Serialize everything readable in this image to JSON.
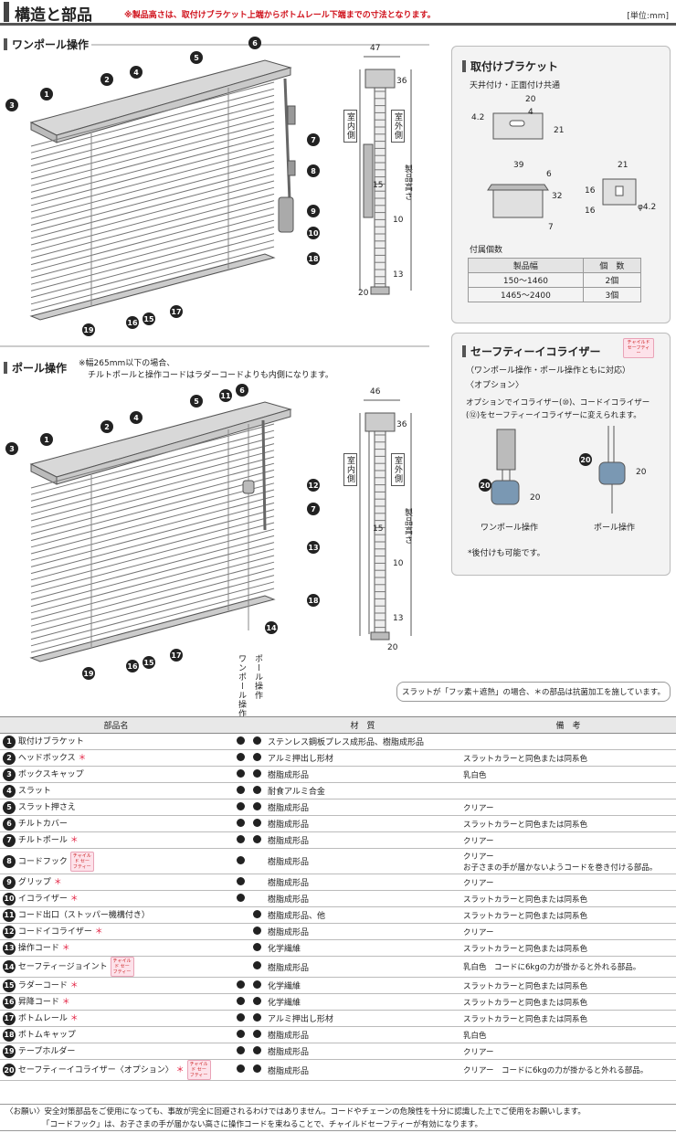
{
  "header": {
    "title": "構造と部品",
    "note": "※製品高さは、取付けブラケット上端からボトムレール下端までの寸法となります。",
    "unit": "[単位:mm]"
  },
  "one_pole": {
    "heading": "ワンポール操作",
    "callouts": [
      "1",
      "2",
      "3",
      "4",
      "5",
      "6",
      "7",
      "8",
      "9",
      "10",
      "18",
      "17",
      "15",
      "16",
      "19"
    ],
    "dims": {
      "width": "47",
      "top": "36",
      "d15": "15",
      "d10": "10",
      "d13": "13",
      "d20": "20",
      "indoor": "室内側",
      "outdoor": "室外側",
      "height": "製品高さ"
    }
  },
  "pole": {
    "heading": "ポール操作",
    "note_line1": "※幅265mm以下の場合、",
    "note_line2": "チルトポールと操作コードはラダーコードよりも内側になります。",
    "callouts": [
      "1",
      "2",
      "3",
      "4",
      "5",
      "11",
      "6",
      "12",
      "7",
      "13",
      "18",
      "14",
      "17",
      "15",
      "16",
      "19"
    ],
    "dims": {
      "width": "46",
      "top": "36",
      "d15": "15",
      "d10": "10",
      "d13": "13",
      "d20": "20",
      "indoor": "室内側",
      "outdoor": "室外側",
      "height": "製品高さ"
    }
  },
  "bracket": {
    "heading": "取付けブラケット",
    "subtitle": "天井付け・正面付け共通",
    "dims": {
      "a": "20",
      "b": "4",
      "c": "4.2",
      "d": "21",
      "e": "39",
      "f": "6",
      "g": "32",
      "h": "7",
      "i": "21",
      "j": "16",
      "k": "16",
      "l": "φ4.2"
    },
    "qty_title": "付属個数",
    "qty_headers": [
      "製品幅",
      "個　数"
    ],
    "qty_rows": [
      [
        "150～1460",
        "2個"
      ],
      [
        "1465～2400",
        "3個"
      ]
    ]
  },
  "safety": {
    "heading": "セーフティーイコライザー",
    "badge": "チャイルド セーフティー",
    "line1": "（ワンポール操作・ポール操作ともに対応）",
    "line2": "〈オプション〉",
    "line3": "オプションでイコライザー(⑩)、コードイコライザー",
    "line4": "(⑫)をセーフティーイコライザーに変えられます。",
    "label_a": "ワンポール操作",
    "label_b": "ポール操作",
    "dim_a": "20",
    "dim_b": "20",
    "callout": "20",
    "note": "*後付けも可能です。"
  },
  "notice": "スラットが「フッ素＋遮熱」の場合、＊の部品は抗菌加工を施しています。",
  "table": {
    "col_onepole": "ワンポール操作",
    "col_pole": "ポール操作",
    "headers": [
      "部品名",
      "材　質",
      "備　考"
    ],
    "rows": [
      {
        "no": "1",
        "name": "取付けブラケット",
        "star": "",
        "badge": "",
        "one": true,
        "pole": true,
        "material": "ステンレス鋼板プレス成形品、樹脂成形品",
        "remark": ""
      },
      {
        "no": "2",
        "name": "ヘッドボックス",
        "star": "＊",
        "badge": "",
        "one": true,
        "pole": true,
        "material": "アルミ押出し形材",
        "remark": "スラットカラーと同色または同系色"
      },
      {
        "no": "3",
        "name": "ボックスキャップ",
        "star": "",
        "badge": "",
        "one": true,
        "pole": true,
        "material": "樹脂成形品",
        "remark": "乳白色"
      },
      {
        "no": "4",
        "name": "スラット",
        "star": "",
        "badge": "",
        "one": true,
        "pole": true,
        "material": "耐食アルミ合金",
        "remark": ""
      },
      {
        "no": "5",
        "name": "スラット押さえ",
        "star": "",
        "badge": "",
        "one": true,
        "pole": true,
        "material": "樹脂成形品",
        "remark": "クリアー"
      },
      {
        "no": "6",
        "name": "チルトカバー",
        "star": "",
        "badge": "",
        "one": true,
        "pole": true,
        "material": "樹脂成形品",
        "remark": "スラットカラーと同色または同系色"
      },
      {
        "no": "7",
        "name": "チルトポール",
        "star": "＊",
        "badge": "",
        "one": true,
        "pole": true,
        "material": "樹脂成形品",
        "remark": "クリアー"
      },
      {
        "no": "8",
        "name": "コードフック",
        "star": "",
        "badge": "チャイルド セーフティー",
        "one": true,
        "pole": false,
        "material": "樹脂成形品",
        "remark": "クリアー",
        "remark2": "お子さまの手が届かないようコードを巻き付ける部品。"
      },
      {
        "no": "9",
        "name": "グリップ",
        "star": "＊",
        "badge": "",
        "one": true,
        "pole": false,
        "material": "樹脂成形品",
        "remark": "クリアー"
      },
      {
        "no": "10",
        "name": "イコライザー",
        "star": "＊",
        "badge": "",
        "one": true,
        "pole": false,
        "material": "樹脂成形品",
        "remark": "スラットカラーと同色または同系色"
      },
      {
        "no": "11",
        "name": "コード出口（ストッパー機構付き）",
        "star": "",
        "badge": "",
        "one": false,
        "pole": true,
        "material": "樹脂成形品、他",
        "remark": "スラットカラーと同色または同系色"
      },
      {
        "no": "12",
        "name": "コードイコライザー",
        "star": "＊",
        "badge": "",
        "one": false,
        "pole": true,
        "material": "樹脂成形品",
        "remark": "クリアー"
      },
      {
        "no": "13",
        "name": "操作コード",
        "star": "＊",
        "badge": "",
        "one": false,
        "pole": true,
        "material": "化学繊維",
        "remark": "スラットカラーと同色または同系色"
      },
      {
        "no": "14",
        "name": "セーフティージョイント",
        "star": "",
        "badge": "チャイルド セーフティー",
        "one": false,
        "pole": true,
        "material": "樹脂成形品",
        "remark": "乳白色　コードに6kgの力が掛かると外れる部品。"
      },
      {
        "no": "15",
        "name": "ラダーコード",
        "star": "＊",
        "badge": "",
        "one": true,
        "pole": true,
        "material": "化学繊維",
        "remark": "スラットカラーと同色または同系色"
      },
      {
        "no": "16",
        "name": "昇降コード",
        "star": "＊",
        "badge": "",
        "one": true,
        "pole": true,
        "material": "化学繊維",
        "remark": "スラットカラーと同色または同系色"
      },
      {
        "no": "17",
        "name": "ボトムレール",
        "star": "＊",
        "badge": "",
        "one": true,
        "pole": true,
        "material": "アルミ押出し形材",
        "remark": "スラットカラーと同色または同系色"
      },
      {
        "no": "18",
        "name": "ボトムキャップ",
        "star": "",
        "badge": "",
        "one": true,
        "pole": true,
        "material": "樹脂成形品",
        "remark": "乳白色"
      },
      {
        "no": "19",
        "name": "テープホルダー",
        "star": "",
        "badge": "",
        "one": true,
        "pole": true,
        "material": "樹脂成形品",
        "remark": "クリアー"
      },
      {
        "no": "20",
        "name": "セーフティーイコライザー〈オプション〉",
        "star": "＊",
        "badge": "チャイルド セーフティー",
        "one": true,
        "pole": true,
        "material": "樹脂成形品",
        "remark": "クリアー　コードに6kgの力が掛かると外れる部品。"
      }
    ]
  },
  "footer": {
    "line1": "〈お願い〉安全対策部品をご使用になっても、事故が完全に回避されるわけではありません。コードやチェーンの危険性を十分に認識した上でご使用をお願いします。",
    "line2": "「コードフック」は、お子さまの手が届かない高さに操作コードを束ねることで、チャイルドセーフティーが有効になります。"
  }
}
